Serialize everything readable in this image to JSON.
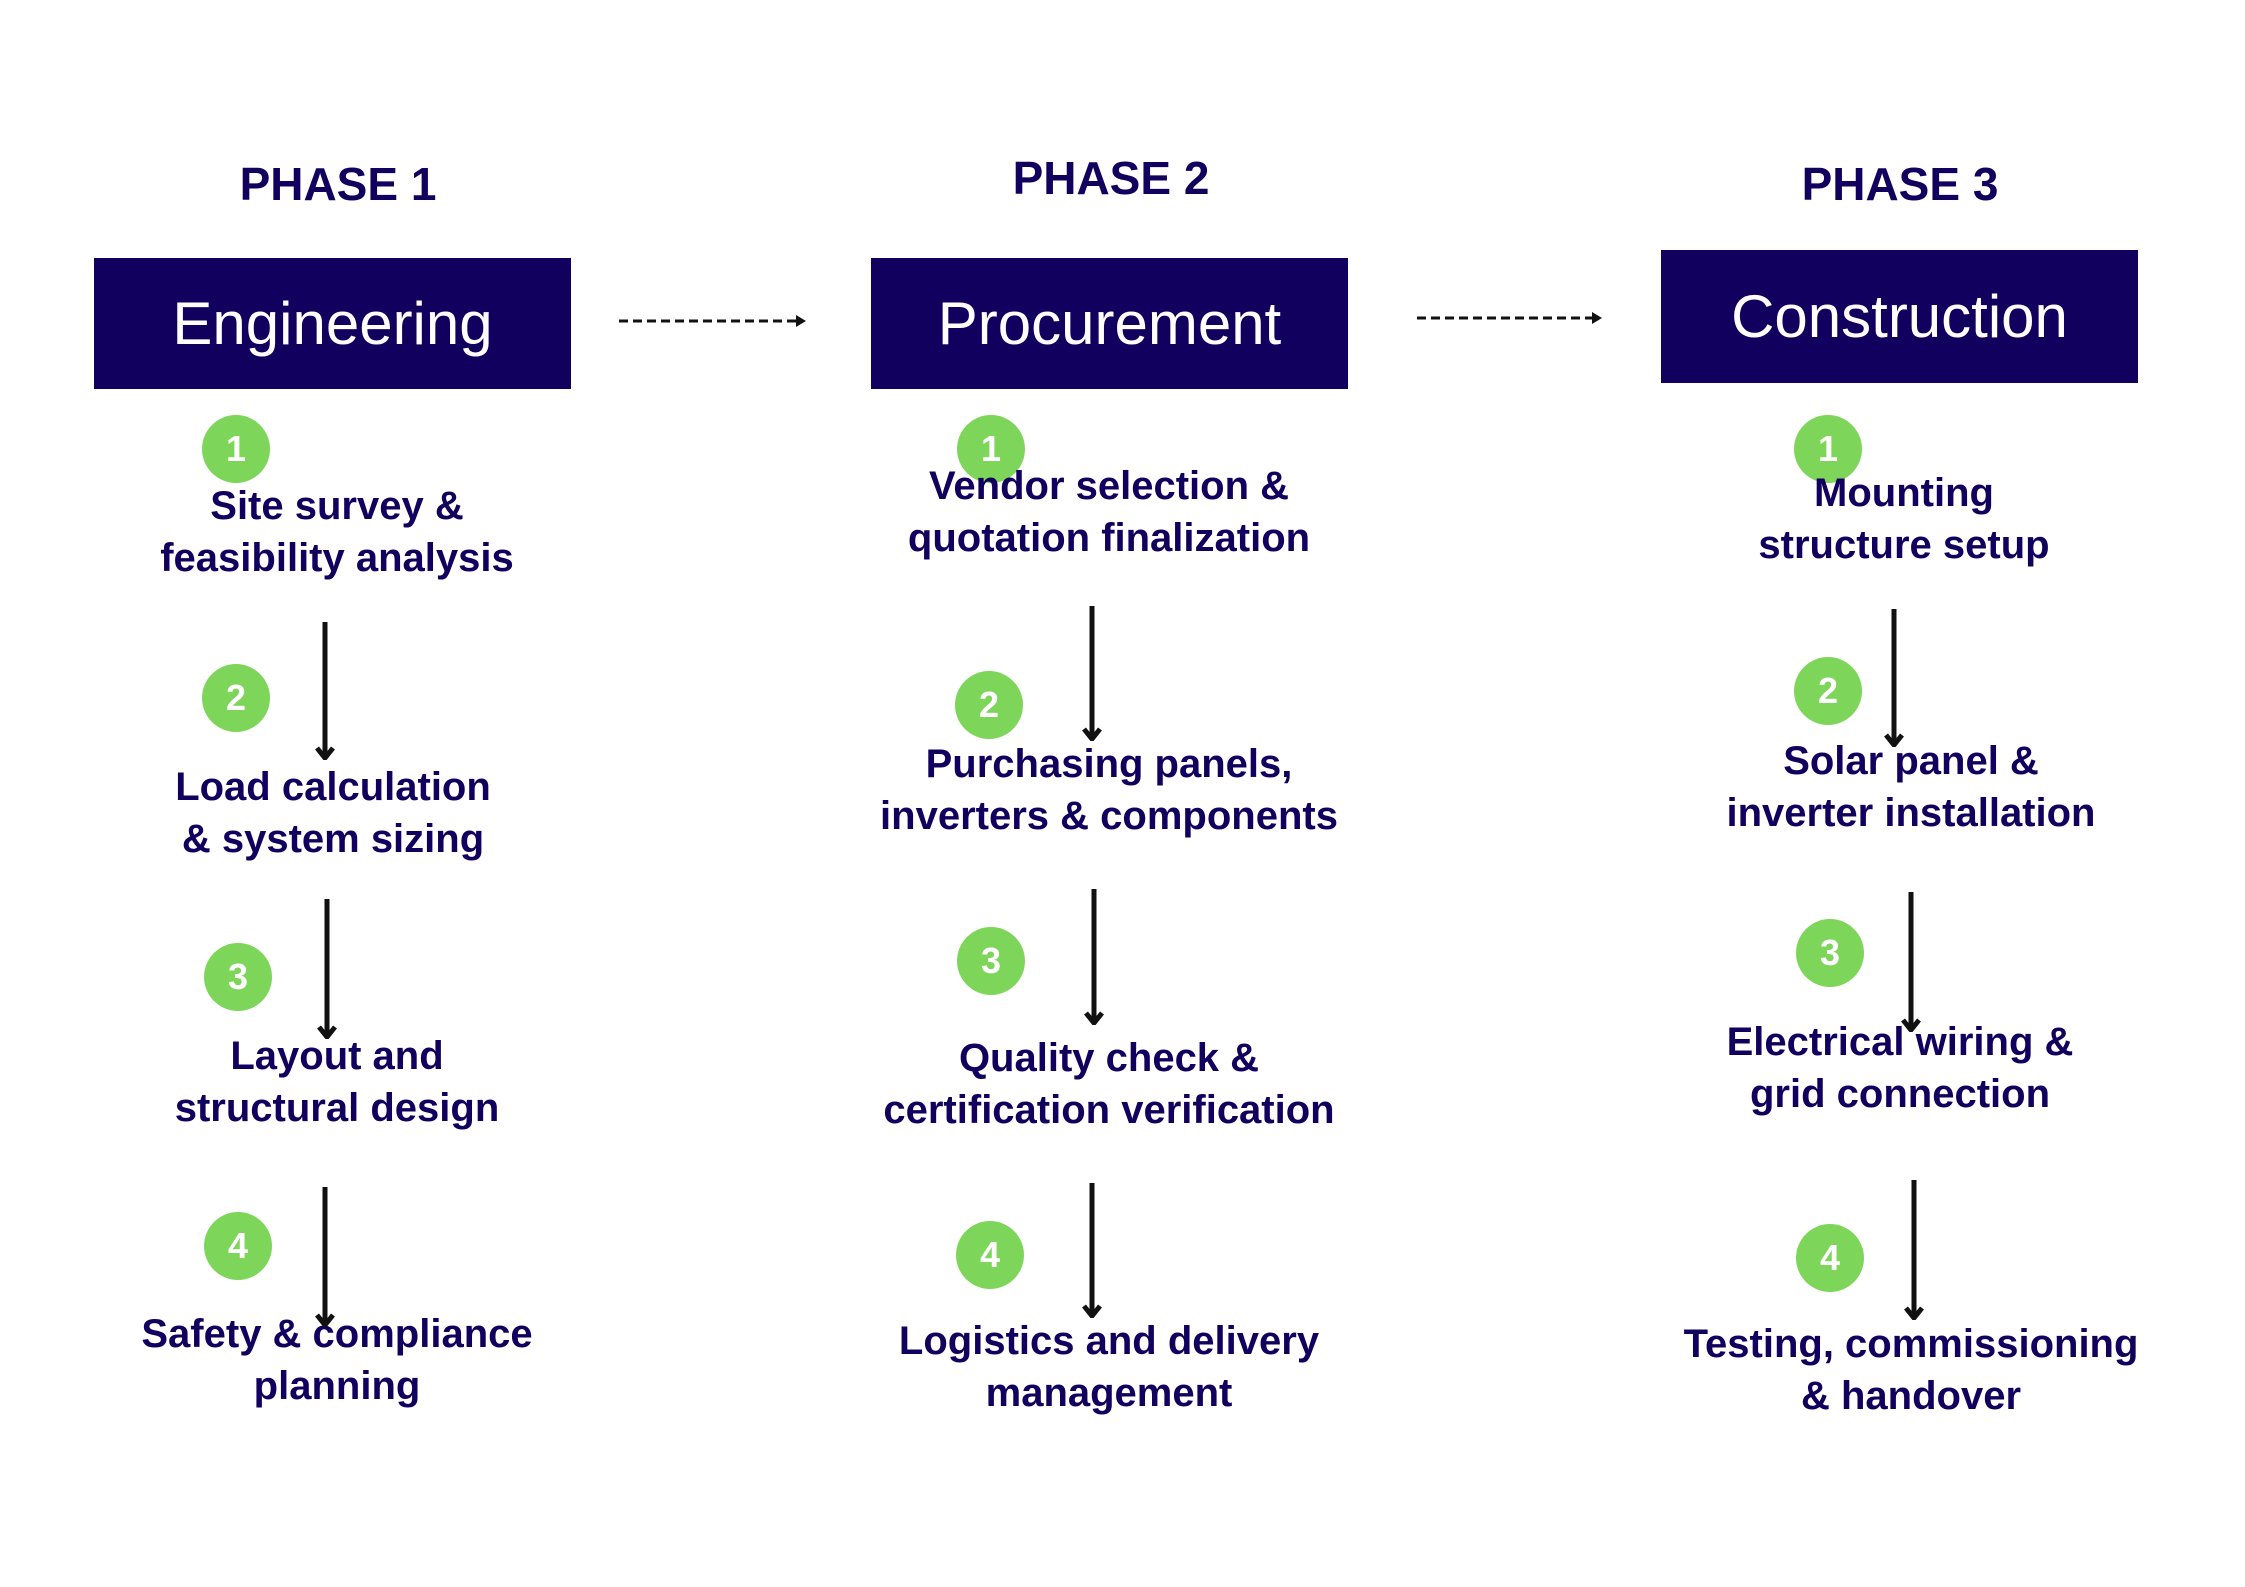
{
  "colors": {
    "navy": "#12005e",
    "green": "#7dd65a",
    "arrow": "#111111"
  },
  "phases": [
    {
      "title": "PHASE 1",
      "name": "Engineering",
      "steps": [
        {
          "number": "1",
          "lines": [
            "Site survey &",
            "feasibility analysis"
          ]
        },
        {
          "number": "2",
          "lines": [
            "Load calculation",
            "& system sizing"
          ]
        },
        {
          "number": "3",
          "lines": [
            "Layout and",
            "structural design"
          ]
        },
        {
          "number": "4",
          "lines": [
            "Safety & compliance",
            "planning"
          ]
        }
      ]
    },
    {
      "title": "PHASE 2",
      "name": "Procurement",
      "steps": [
        {
          "number": "1",
          "lines": [
            "Vendor selection &",
            "quotation finalization"
          ]
        },
        {
          "number": "2",
          "lines": [
            "Purchasing panels,",
            "inverters & components"
          ]
        },
        {
          "number": "3",
          "lines": [
            "Quality check &",
            "certification verification"
          ]
        },
        {
          "number": "4",
          "lines": [
            "Logistics and delivery",
            "management"
          ]
        }
      ]
    },
    {
      "title": "PHASE 3",
      "name": "Construction",
      "steps": [
        {
          "number": "1",
          "lines": [
            "Mounting",
            "structure setup"
          ]
        },
        {
          "number": "2",
          "lines": [
            "Solar panel &",
            "inverter installation"
          ]
        },
        {
          "number": "3",
          "lines": [
            "Electrical wiring &",
            "grid connection"
          ]
        },
        {
          "number": "4",
          "lines": [
            "Testing, commissioning",
            "& handover"
          ]
        }
      ]
    }
  ]
}
